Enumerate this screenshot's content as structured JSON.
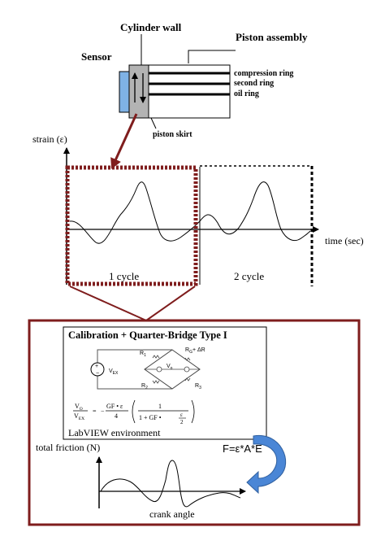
{
  "colors": {
    "frame": "#7f1d1d",
    "sensor": "#7fb2e5",
    "wall": "#b3b3b3",
    "arrow_blue": "#4a86d6",
    "ink": "#000000"
  },
  "piston_section": {
    "cylinder_wall_label": "Cylinder wall",
    "piston_assembly_label": "Piston assembly",
    "sensor_label": "Sensor",
    "rings": [
      "compression ring",
      "second ring",
      "oil ring"
    ],
    "piston_skirt_label": "piston skirt"
  },
  "strain_plot": {
    "y_label": "strain (ε)",
    "x_label": "time (sec)",
    "cycle_labels": [
      "1 cycle",
      "2 cycle"
    ]
  },
  "detail_panel": {
    "title": "Calibration  + Quarter-Bridge Type I",
    "bridge": {
      "vex": "V",
      "vex_sub": "EX",
      "r1": "R",
      "r1_sub": "1",
      "r2": "R",
      "r2_sub": "2",
      "r3": "R",
      "r3_sub": "3",
      "rg": "R",
      "rg_sub": "G",
      "rg_delta": "+ ΔR",
      "vo": "V",
      "vo_sub": "o"
    },
    "formula": {
      "lhs_num": "V",
      "lhs_num_sub": "O",
      "lhs_den": "V",
      "lhs_den_sub": "EX",
      "eq": "=",
      "neg": "−",
      "gf_num": "GF • ε",
      "gf_den": "4",
      "inner_num": "1",
      "inner_den_left": "1 + GF •",
      "inner_den_frac_num": "ε",
      "inner_den_frac_den": "2"
    },
    "environment_label": "LabVIEW environment",
    "equation_label": "F=ε*A*E",
    "friction": {
      "y_label": "total friction (N)",
      "x_label": "crank angle"
    }
  }
}
